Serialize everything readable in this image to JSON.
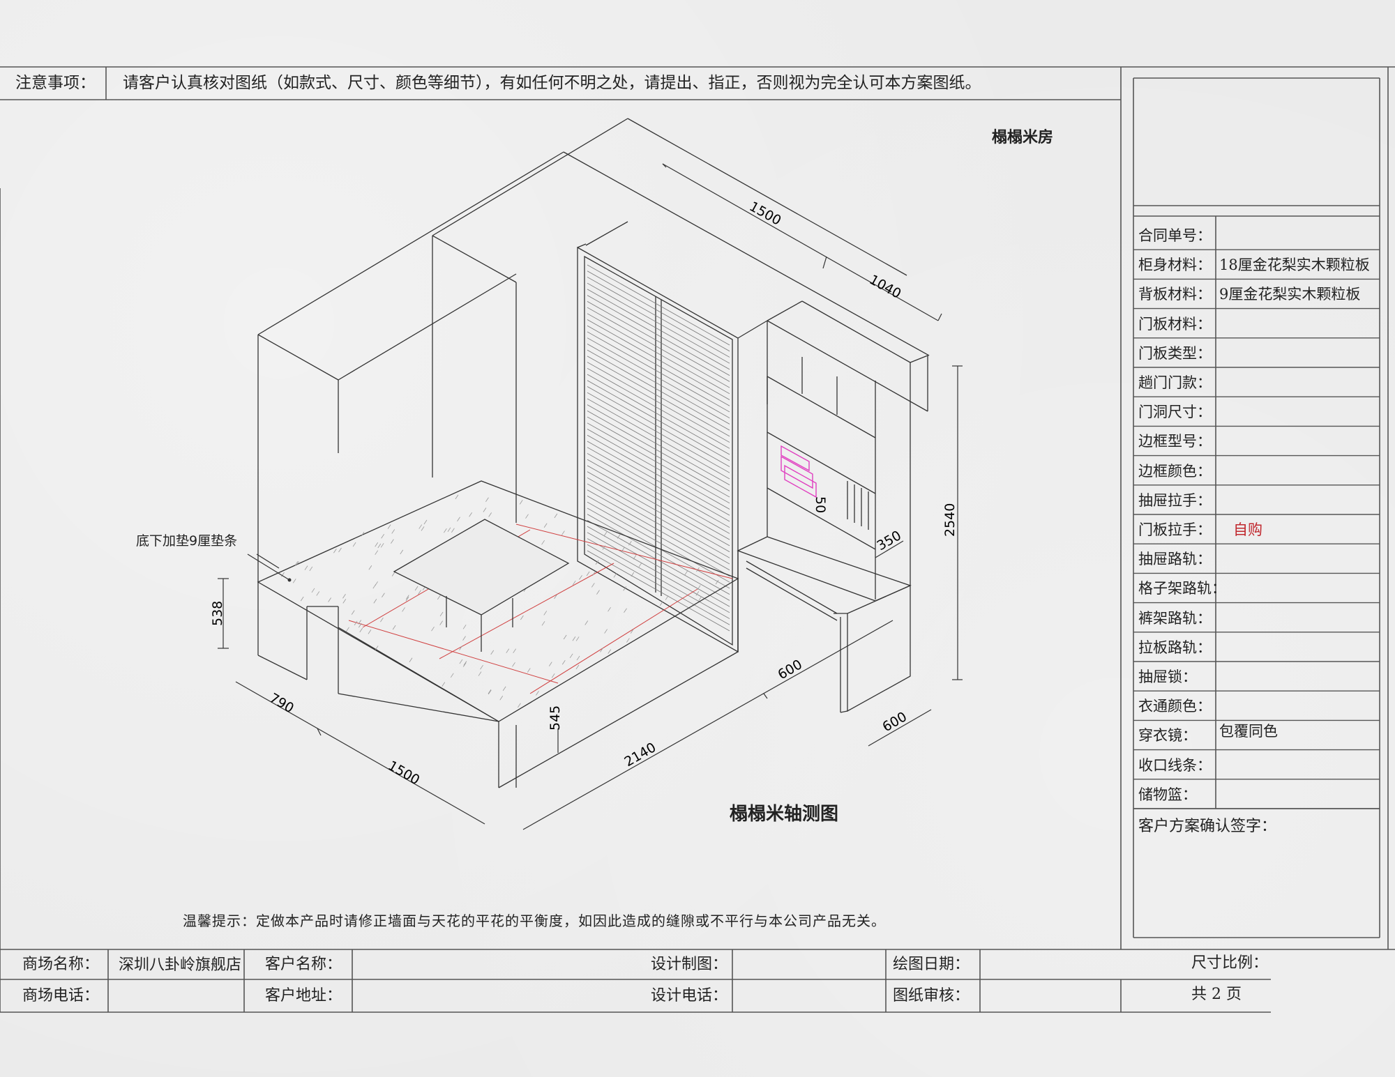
{
  "notice": {
    "label": "注意事项：",
    "text": "请客户认真核对图纸（如款式、尺寸、颜色等细节），有如任何不明之处，请提出、指正，否则视为完全认可本方案图纸。"
  },
  "room_title": "榻榻米房",
  "drawing_title": "榻榻米轴测图",
  "annotation": "底下加垫9厘垫条",
  "dimensions": {
    "d1500_top": "1500",
    "d1040": "1040",
    "d2540": "2540",
    "d350": "350",
    "d50": "50",
    "d538": "538",
    "d790": "790",
    "d1500_bottom": "1500",
    "d545": "545",
    "d2140": "2140",
    "d600_front": "600",
    "d600_side": "600"
  },
  "specs": [
    {
      "label": "合同单号：",
      "value": ""
    },
    {
      "label": "柜身材料：",
      "value": "18厘金花梨实木颗粒板"
    },
    {
      "label": "背板材料：",
      "value": "9厘金花梨实木颗粒板"
    },
    {
      "label": "门板材料：",
      "value": ""
    },
    {
      "label": "门板类型：",
      "value": ""
    },
    {
      "label": "趟门门款：",
      "value": ""
    },
    {
      "label": "门洞尺寸：",
      "value": ""
    },
    {
      "label": "边框型号：",
      "value": ""
    },
    {
      "label": "边框颜色：",
      "value": ""
    },
    {
      "label": "抽屉拉手：",
      "value": ""
    },
    {
      "label": "门板拉手：",
      "value": "自购"
    },
    {
      "label": "抽屉路轨：",
      "value": ""
    },
    {
      "label": "格子架路轨：",
      "value": ""
    },
    {
      "label": "裤架路轨：",
      "value": ""
    },
    {
      "label": "拉板路轨：",
      "value": ""
    },
    {
      "label": "抽屉锁：",
      "value": ""
    },
    {
      "label": "衣通颜色：",
      "value": ""
    },
    {
      "label": "穿衣镜：",
      "value": "包覆同色"
    },
    {
      "label": "收口线条：",
      "value": ""
    },
    {
      "label": "储物篮：",
      "value": ""
    }
  ],
  "signature_label": "客户方案确认签字：",
  "warm_tip": "温馨提示：定做本产品时请修正墙面与天花的平花的平衡度，如因此造成的缝隙或不平行与本公司产品无关。",
  "footer": {
    "store_name_label": "商场名称：",
    "store_name_value": "深圳八卦岭旗舰店",
    "customer_name_label": "客户名称：",
    "design_label": "设计制图：",
    "draw_date_label": "绘图日期：",
    "scale_label": "尺寸比例：",
    "store_phone_label": "商场电话：",
    "customer_addr_label": "客户地址：",
    "design_phone_label": "设计电话：",
    "review_label": "图纸审核：",
    "pages": "共 2 页"
  },
  "colors": {
    "line": "#333333",
    "red_line": "#d04040",
    "magenta": "#e040c0",
    "red_text": "#c0272d"
  }
}
